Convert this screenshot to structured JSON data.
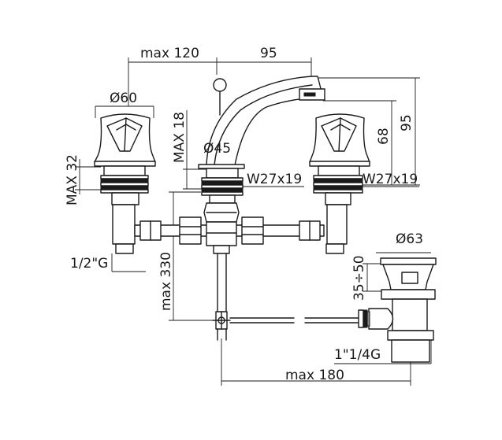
{
  "dimensions": {
    "max_120": "max 120",
    "spout_95": "95",
    "height_95": "95",
    "height_68": "68",
    "dia_60": "Ø60",
    "dia_45": "Ø45",
    "max_18": "MAX 18",
    "max_32": "MAX 32",
    "thread_left": "W27x19",
    "thread_right": "W27x19",
    "inlet": "1/2\"G",
    "max_330": "max 330",
    "dia_63": "Ø63",
    "range_35_50": "35÷50",
    "outlet": "1\"1/4G",
    "max_180": "max 180"
  }
}
